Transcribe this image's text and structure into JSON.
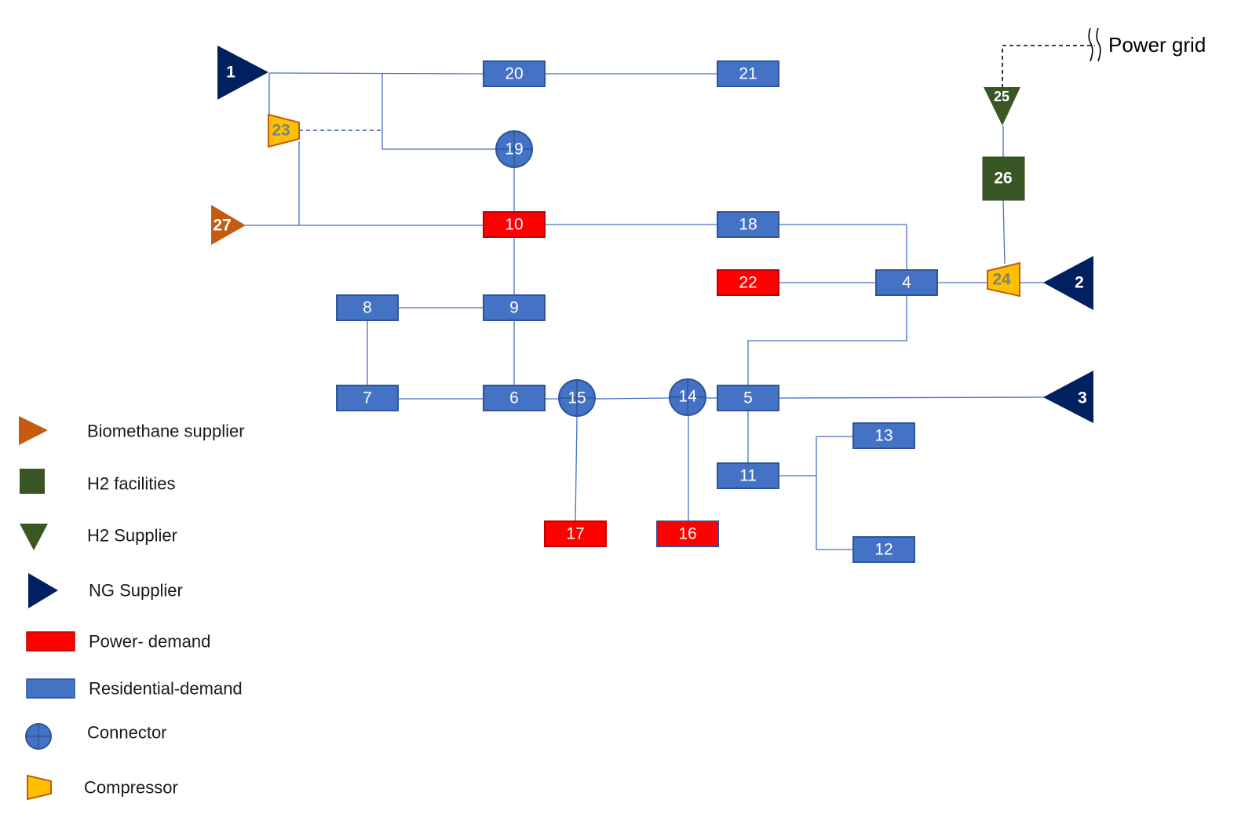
{
  "colors": {
    "residential": "#4472c4",
    "residential_border": "#2f5597",
    "power": "#ff0000",
    "power_border": "#c00000",
    "ng": "#002060",
    "biomethane": "#c55a11",
    "h2_supplier": "#385723",
    "h2_facility": "#375623",
    "compressor": "#ffc000",
    "compressor_border": "#c55a11",
    "pipe": "#4472c4"
  },
  "power_grid": {
    "label": "Power grid"
  },
  "nodes": {
    "n1": "1",
    "n2": "2",
    "n3": "3",
    "n4": "4",
    "n5": "5",
    "n6": "6",
    "n7": "7",
    "n8": "8",
    "n9": "9",
    "n10": "10",
    "n11": "11",
    "n12": "12",
    "n13": "13",
    "n14": "14",
    "n15": "15",
    "n16": "16",
    "n17": "17",
    "n18": "18",
    "n19": "19",
    "n20": "20",
    "n21": "21",
    "n22": "22",
    "n23": "23",
    "n24": "24",
    "n25": "25",
    "n26": "26",
    "n27": "27"
  },
  "legend": {
    "biomethane": "Biomethane supplier",
    "h2_facilities": "H2 facilities",
    "h2_supplier": "H2 Supplier",
    "ng_supplier": "NG Supplier",
    "power_demand": "Power- demand",
    "residential_demand": "Residential-demand",
    "connector": "Connector",
    "compressor": "Compressor"
  }
}
